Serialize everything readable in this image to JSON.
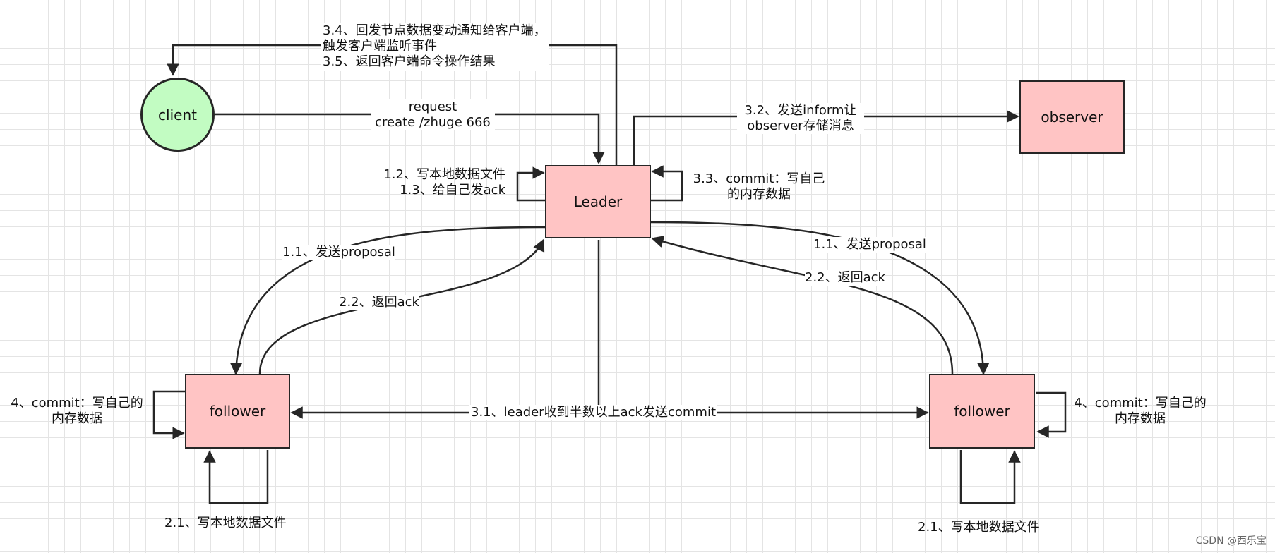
{
  "nodes": {
    "client": "client",
    "leader": "Leader",
    "observer": "observer",
    "follower_left": "follower",
    "follower_right": "follower"
  },
  "labels": {
    "notify_line1": "3.4、回发节点数据变动通知给客户端，",
    "notify_line2": "触发客户端监听事件",
    "notify_line3": "3.5、返回客户端命令操作结果",
    "request_line1": "request",
    "request_line2": "create /zhuge 666",
    "inform_line1": "3.2、发送inform让",
    "inform_line2": "observer存储消息",
    "write_local_line1": "1.2、写本地数据文件",
    "write_local_line2": "1.3、给自己发ack",
    "leader_commit_line1": "3.3、commit：写自己",
    "leader_commit_line2": "的内存数据",
    "proposal_left": "1.1、发送proposal",
    "proposal_right": "1.1、发送proposal",
    "ack_left": "2.2、返回ack",
    "ack_right": "2.2、返回ack",
    "commit_broadcast": "3.1、leader收到半数以上ack发送commit",
    "follower_left_commit_line1": "4、commit：写自己的",
    "follower_left_commit_line2": "内存数据",
    "follower_right_commit_line1": "4、commit：写自己的",
    "follower_right_commit_line2": "内存数据",
    "follower_left_write": "2.1、写本地数据文件",
    "follower_right_write": "2.1、写本地数据文件"
  },
  "watermark": "CSDN @西乐宝",
  "colors": {
    "node_fill": "#ffc4c4",
    "client_fill": "#c2fcc2",
    "stroke": "#262626",
    "grid": "#e4e4e4"
  }
}
